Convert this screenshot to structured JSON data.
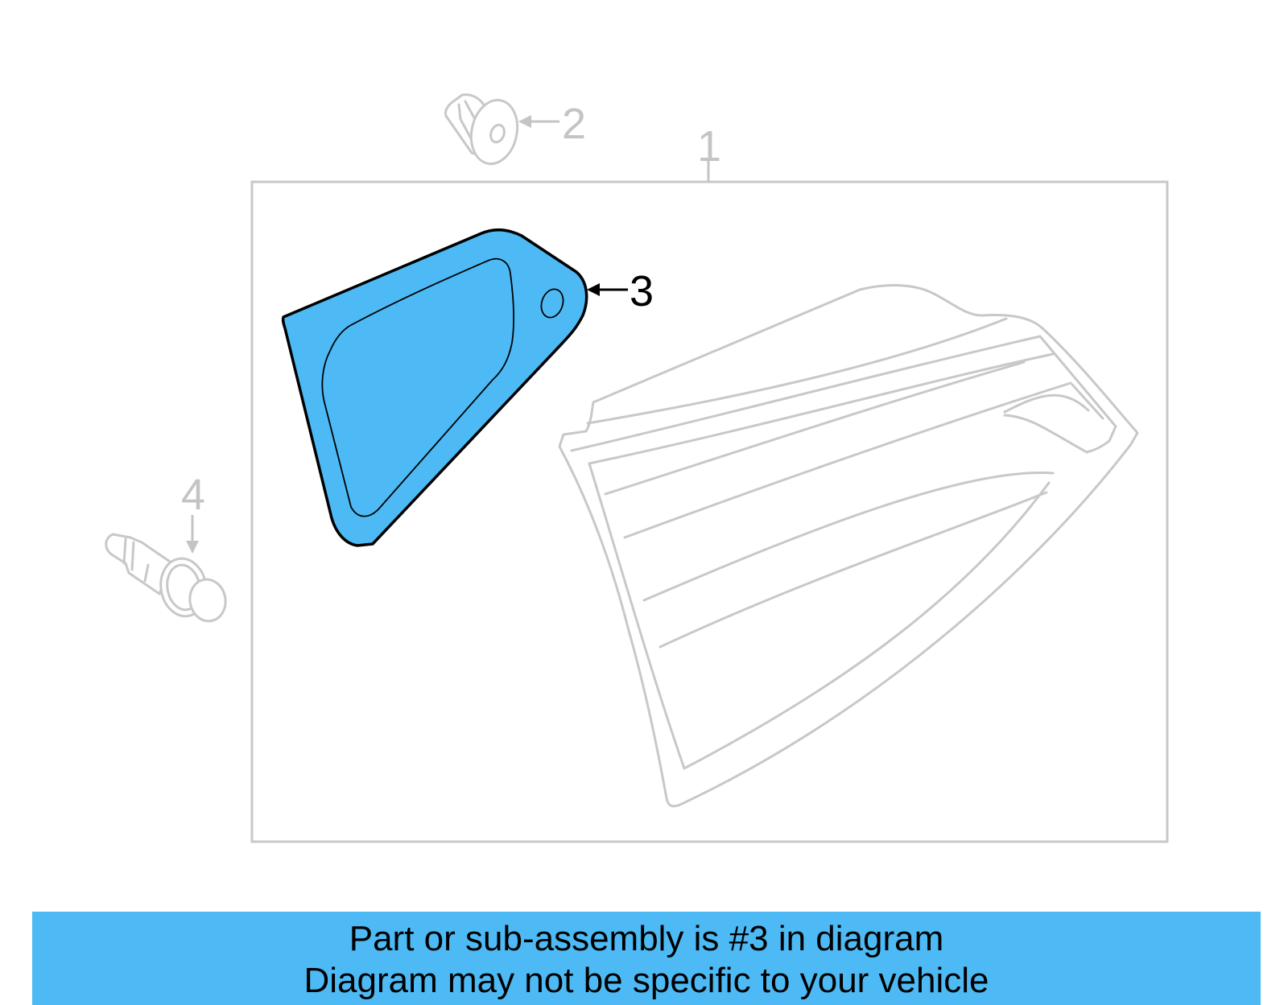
{
  "diagram": {
    "callouts": {
      "part_1": "1",
      "part_2": "2",
      "part_3": "3",
      "part_4": "4"
    },
    "highlighted_part": "3",
    "colors": {
      "highlight_fill": "#4dbaf5",
      "highlight_stroke": "#000000",
      "muted_stroke": "#c8c8c8"
    }
  },
  "footer": {
    "line_1": "Part or sub-assembly is #3 in diagram",
    "line_2": "Diagram may not be specific to your vehicle",
    "background_color": "#4dbaf5"
  }
}
